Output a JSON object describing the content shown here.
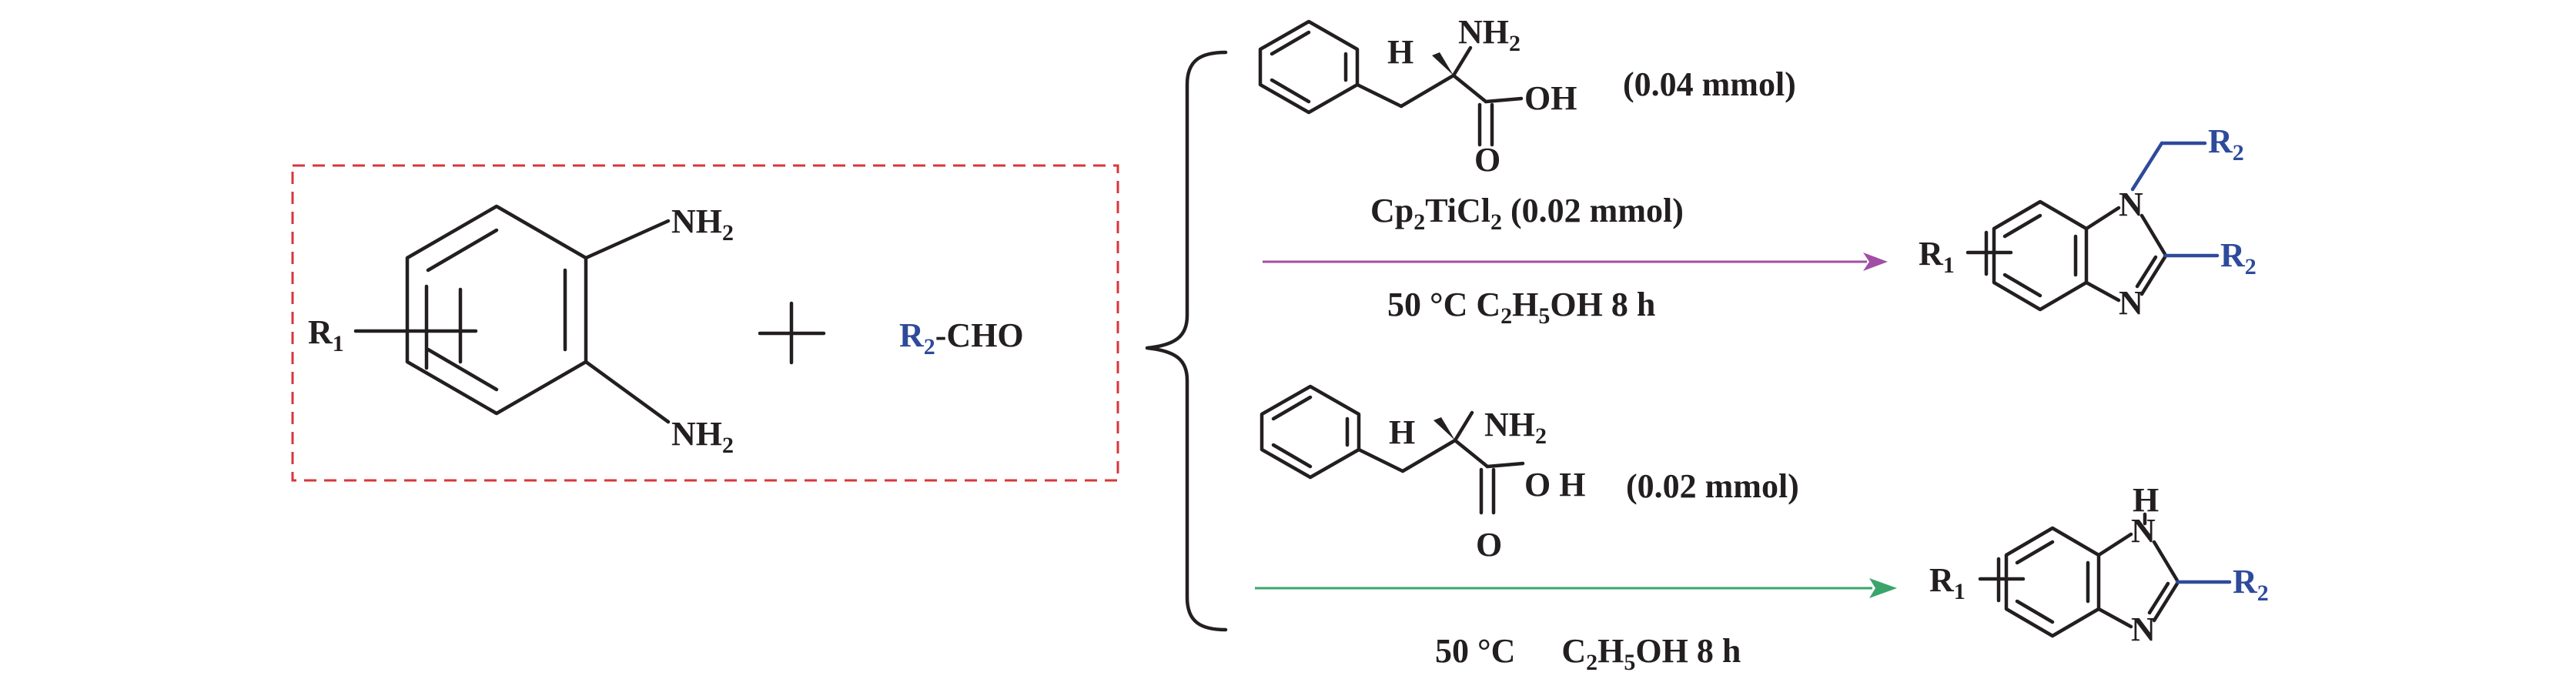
{
  "reactants": {
    "r1": "R",
    "r1_sub": "1",
    "amine": "NH",
    "amine_sub": "2",
    "r2": "R",
    "r2_sub": "2",
    "aldehyde_suffix": "-CHO"
  },
  "upper_route": {
    "catalyst_h": "H",
    "catalyst_nh2": "NH",
    "catalyst_nh2_sub": "2",
    "catalyst_oh": "OH",
    "catalyst_o": "O",
    "catalyst_amount": "(0.04 mmol)",
    "cocatalyst_prefix": "Cp",
    "cocatalyst_sub1": "2",
    "cocatalyst_mid": "TiCl",
    "cocatalyst_sub2": "2",
    "cocatalyst_amount": " (0.02 mmol)",
    "cond_temp": "50 °C C",
    "cond_sub1": "2",
    "cond_mid": "H",
    "cond_sub2": "5",
    "cond_tail": "OH 8 h",
    "arrow_color": "#a14fa6"
  },
  "lower_route": {
    "catalyst_h": "H",
    "catalyst_nh2": "NH",
    "catalyst_nh2_sub": "2",
    "catalyst_oh": "O H",
    "catalyst_o": "O",
    "catalyst_amount": "(0.02 mmol)",
    "cond_temp": "50 °C",
    "cond_c": "C",
    "cond_sub1": "2",
    "cond_mid": "H",
    "cond_sub2": "5",
    "cond_tail": "OH 8 h",
    "arrow_color": "#3aa56a"
  },
  "products": {
    "r1": "R",
    "r1_sub": "1",
    "n": "N",
    "h": "H",
    "r2": "R",
    "r2_sub": "2"
  },
  "colors": {
    "bond": "#231f20",
    "r2_blue": "#2e4a9b",
    "box_dash": "#d8363a"
  }
}
